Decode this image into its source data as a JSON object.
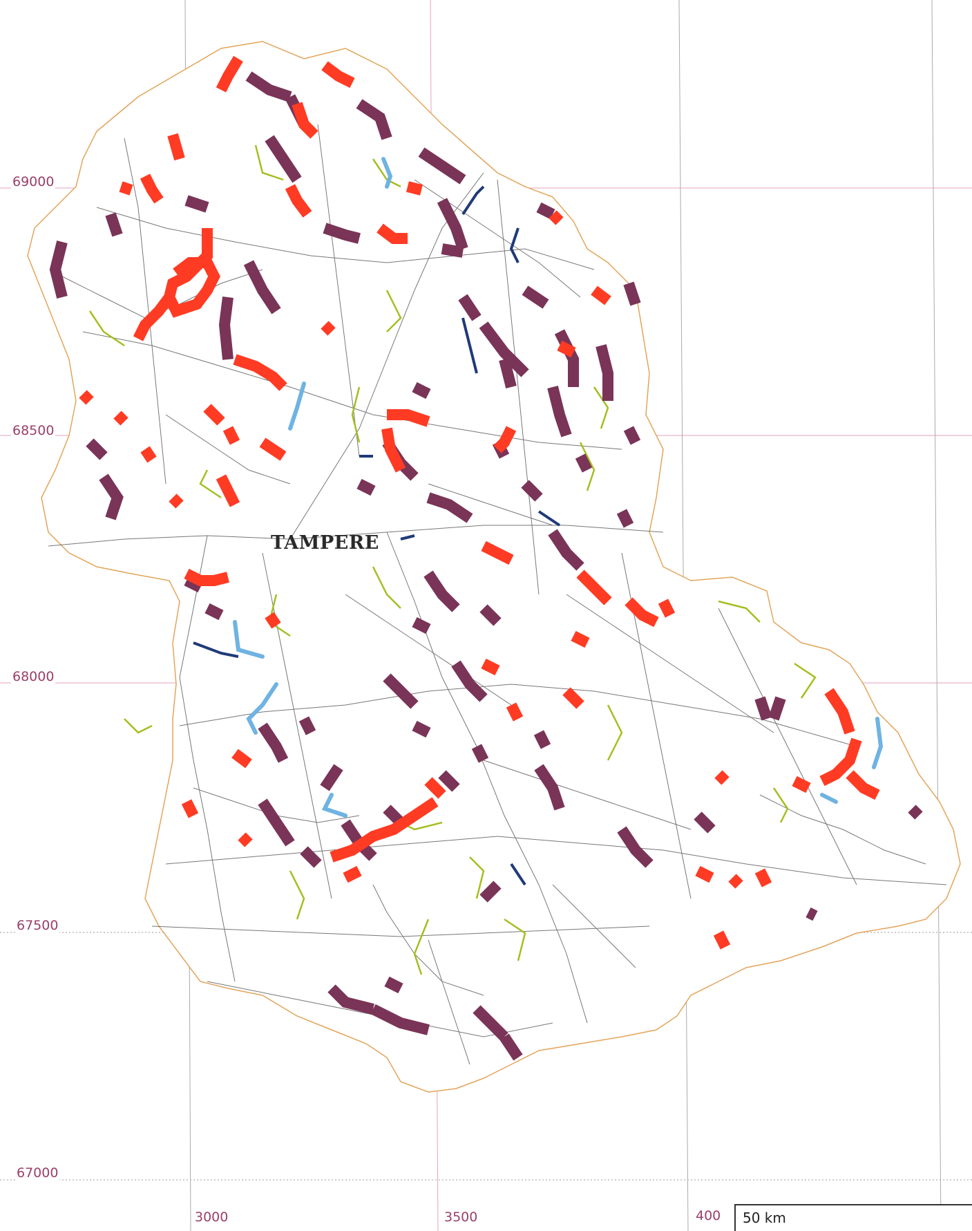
{
  "map": {
    "grid": {
      "y_labels": [
        "69000",
        "68500",
        "68000",
        "67500",
        "67000"
      ],
      "x_labels": [
        "3000",
        "3500",
        "400"
      ]
    },
    "place_label": "TAMPERE",
    "scale_label": "50 km",
    "colors": {
      "grid_line": "#e6a2bd",
      "grid_dotted": "#999999",
      "boundary": "#e3a45a",
      "road": "#555555",
      "red_segment": "#ff3b24",
      "purple_segment": "#7a3457",
      "light_blue_segment": "#6fb3e2",
      "dark_blue_segment": "#203a78",
      "green_segment": "#a3bf1f"
    }
  }
}
